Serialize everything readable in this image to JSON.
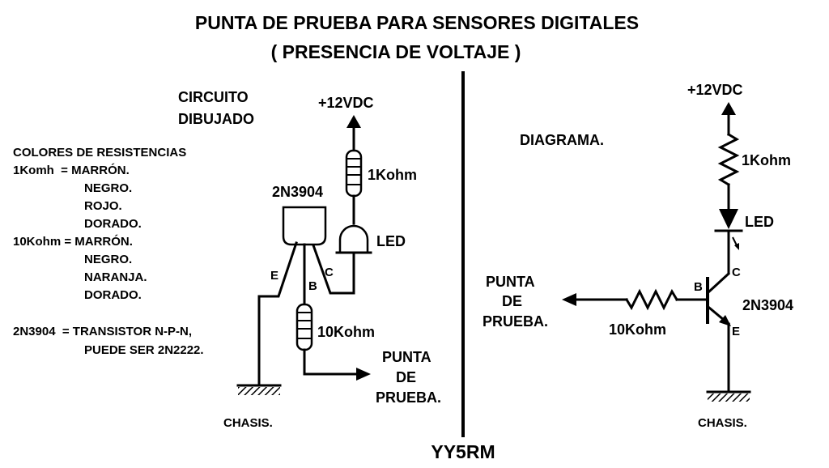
{
  "title": {
    "line1": "PUNTA DE PRUEBA PARA SENSORES DIGITALES",
    "line2": "( PRESENCIA DE VOLTAJE )"
  },
  "left": {
    "heading_line1": "CIRCUITO",
    "heading_line2": "DIBUJADO",
    "supply": "+12VDC",
    "r1": "1Kohm",
    "transistor": "2N3904",
    "led": "LED",
    "pin_e": "E",
    "pin_b": "B",
    "pin_c": "C",
    "r2": "10Kohm",
    "probe_line1": "PUNTA",
    "probe_line2": "DE",
    "probe_line3": "PRUEBA.",
    "ground": "CHASIS."
  },
  "colors": {
    "heading": "COLORES DE RESISTENCIAS",
    "lines": [
      "1Komh  = MARRÓN.",
      "NEGRO.",
      "ROJO.",
      "DORADO.",
      "10Kohm = MARRÓN.",
      "NEGRO.",
      "NARANJA.",
      "DORADO."
    ],
    "note_line1": "2N3904  = TRANSISTOR N-P-N,",
    "note_line2": "PUEDE SER 2N2222."
  },
  "right": {
    "heading": "DIAGRAMA.",
    "supply": "+12VDC",
    "r1": "1Kohm",
    "led": "LED",
    "pin_c": "C",
    "pin_b": "B",
    "pin_e": "E",
    "transistor": "2N3904",
    "r2": "10Kohm",
    "probe_line1": "PUNTA",
    "probe_line2": "DE",
    "probe_line3": "PRUEBA.",
    "ground": "CHASIS."
  },
  "author": "YY5RM"
}
